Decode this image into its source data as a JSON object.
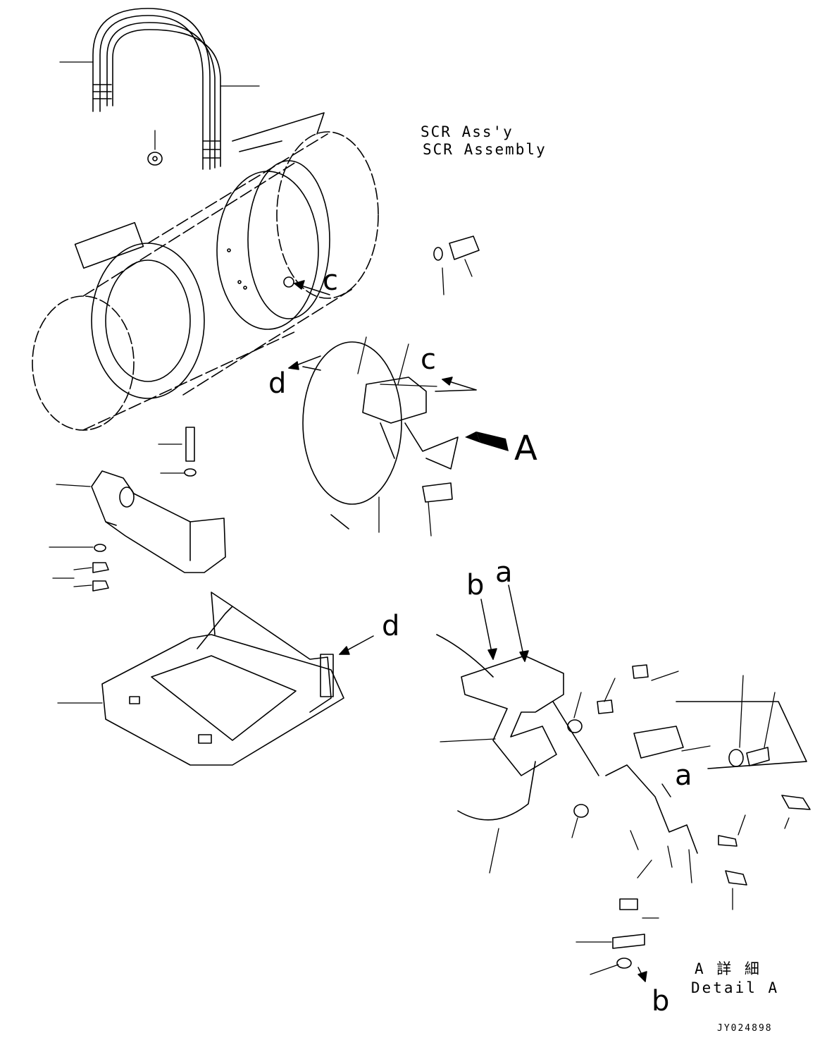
{
  "title": {
    "line1": "SCR Ass'y",
    "line2": "SCR Assembly"
  },
  "view_markers": {
    "c_top": "c",
    "c_right": "c",
    "d_left": "d",
    "d_lower": "d",
    "big_A": "A",
    "b_top": "b",
    "a_top": "a",
    "a_right": "a",
    "b_bottom": "b"
  },
  "detail": {
    "line1": "A 詳 細",
    "line2": "Detail A"
  },
  "drawing_code": "JY024898",
  "colors": {
    "line": "#000000",
    "background": "#ffffff"
  }
}
